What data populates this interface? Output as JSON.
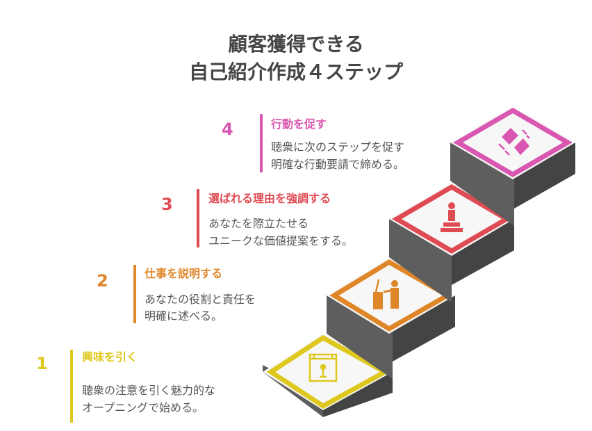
{
  "title": {
    "line1": "顧客獲得できる",
    "line2": "自己紹介作成４ステップ"
  },
  "steps": [
    {
      "number": "1",
      "title": "興味を引く",
      "desc_line1": "聴衆の注意を引く魅力的な",
      "desc_line2": "オープニングで始める。",
      "color": "#DFC81E",
      "icon": "stage-spotlight-icon"
    },
    {
      "number": "2",
      "title": "仕事を説明する",
      "desc_line1": "あなたの役割と責任を",
      "desc_line2": "明確に述べる。",
      "color": "#DF8628",
      "icon": "presenter-podium-icon"
    },
    {
      "number": "3",
      "title": "選ばれる理由を強調する",
      "desc_line1": "あなたを際立たせる",
      "desc_line2": "ユニークな価値提案をする。",
      "color": "#DF4B52",
      "icon": "person-on-pedestal-icon"
    },
    {
      "number": "4",
      "title": "行動を促す",
      "desc_line1": "聴衆に次のステップを促す",
      "desc_line2": "明確な行動要請で締める。",
      "color": "#D957B0",
      "icon": "handshake-icon"
    }
  ],
  "colors": {
    "title_text": "#454545",
    "stair_top": "#F7F7F7",
    "stair_side": "#5E5E5E",
    "stair_front": "#434343"
  }
}
